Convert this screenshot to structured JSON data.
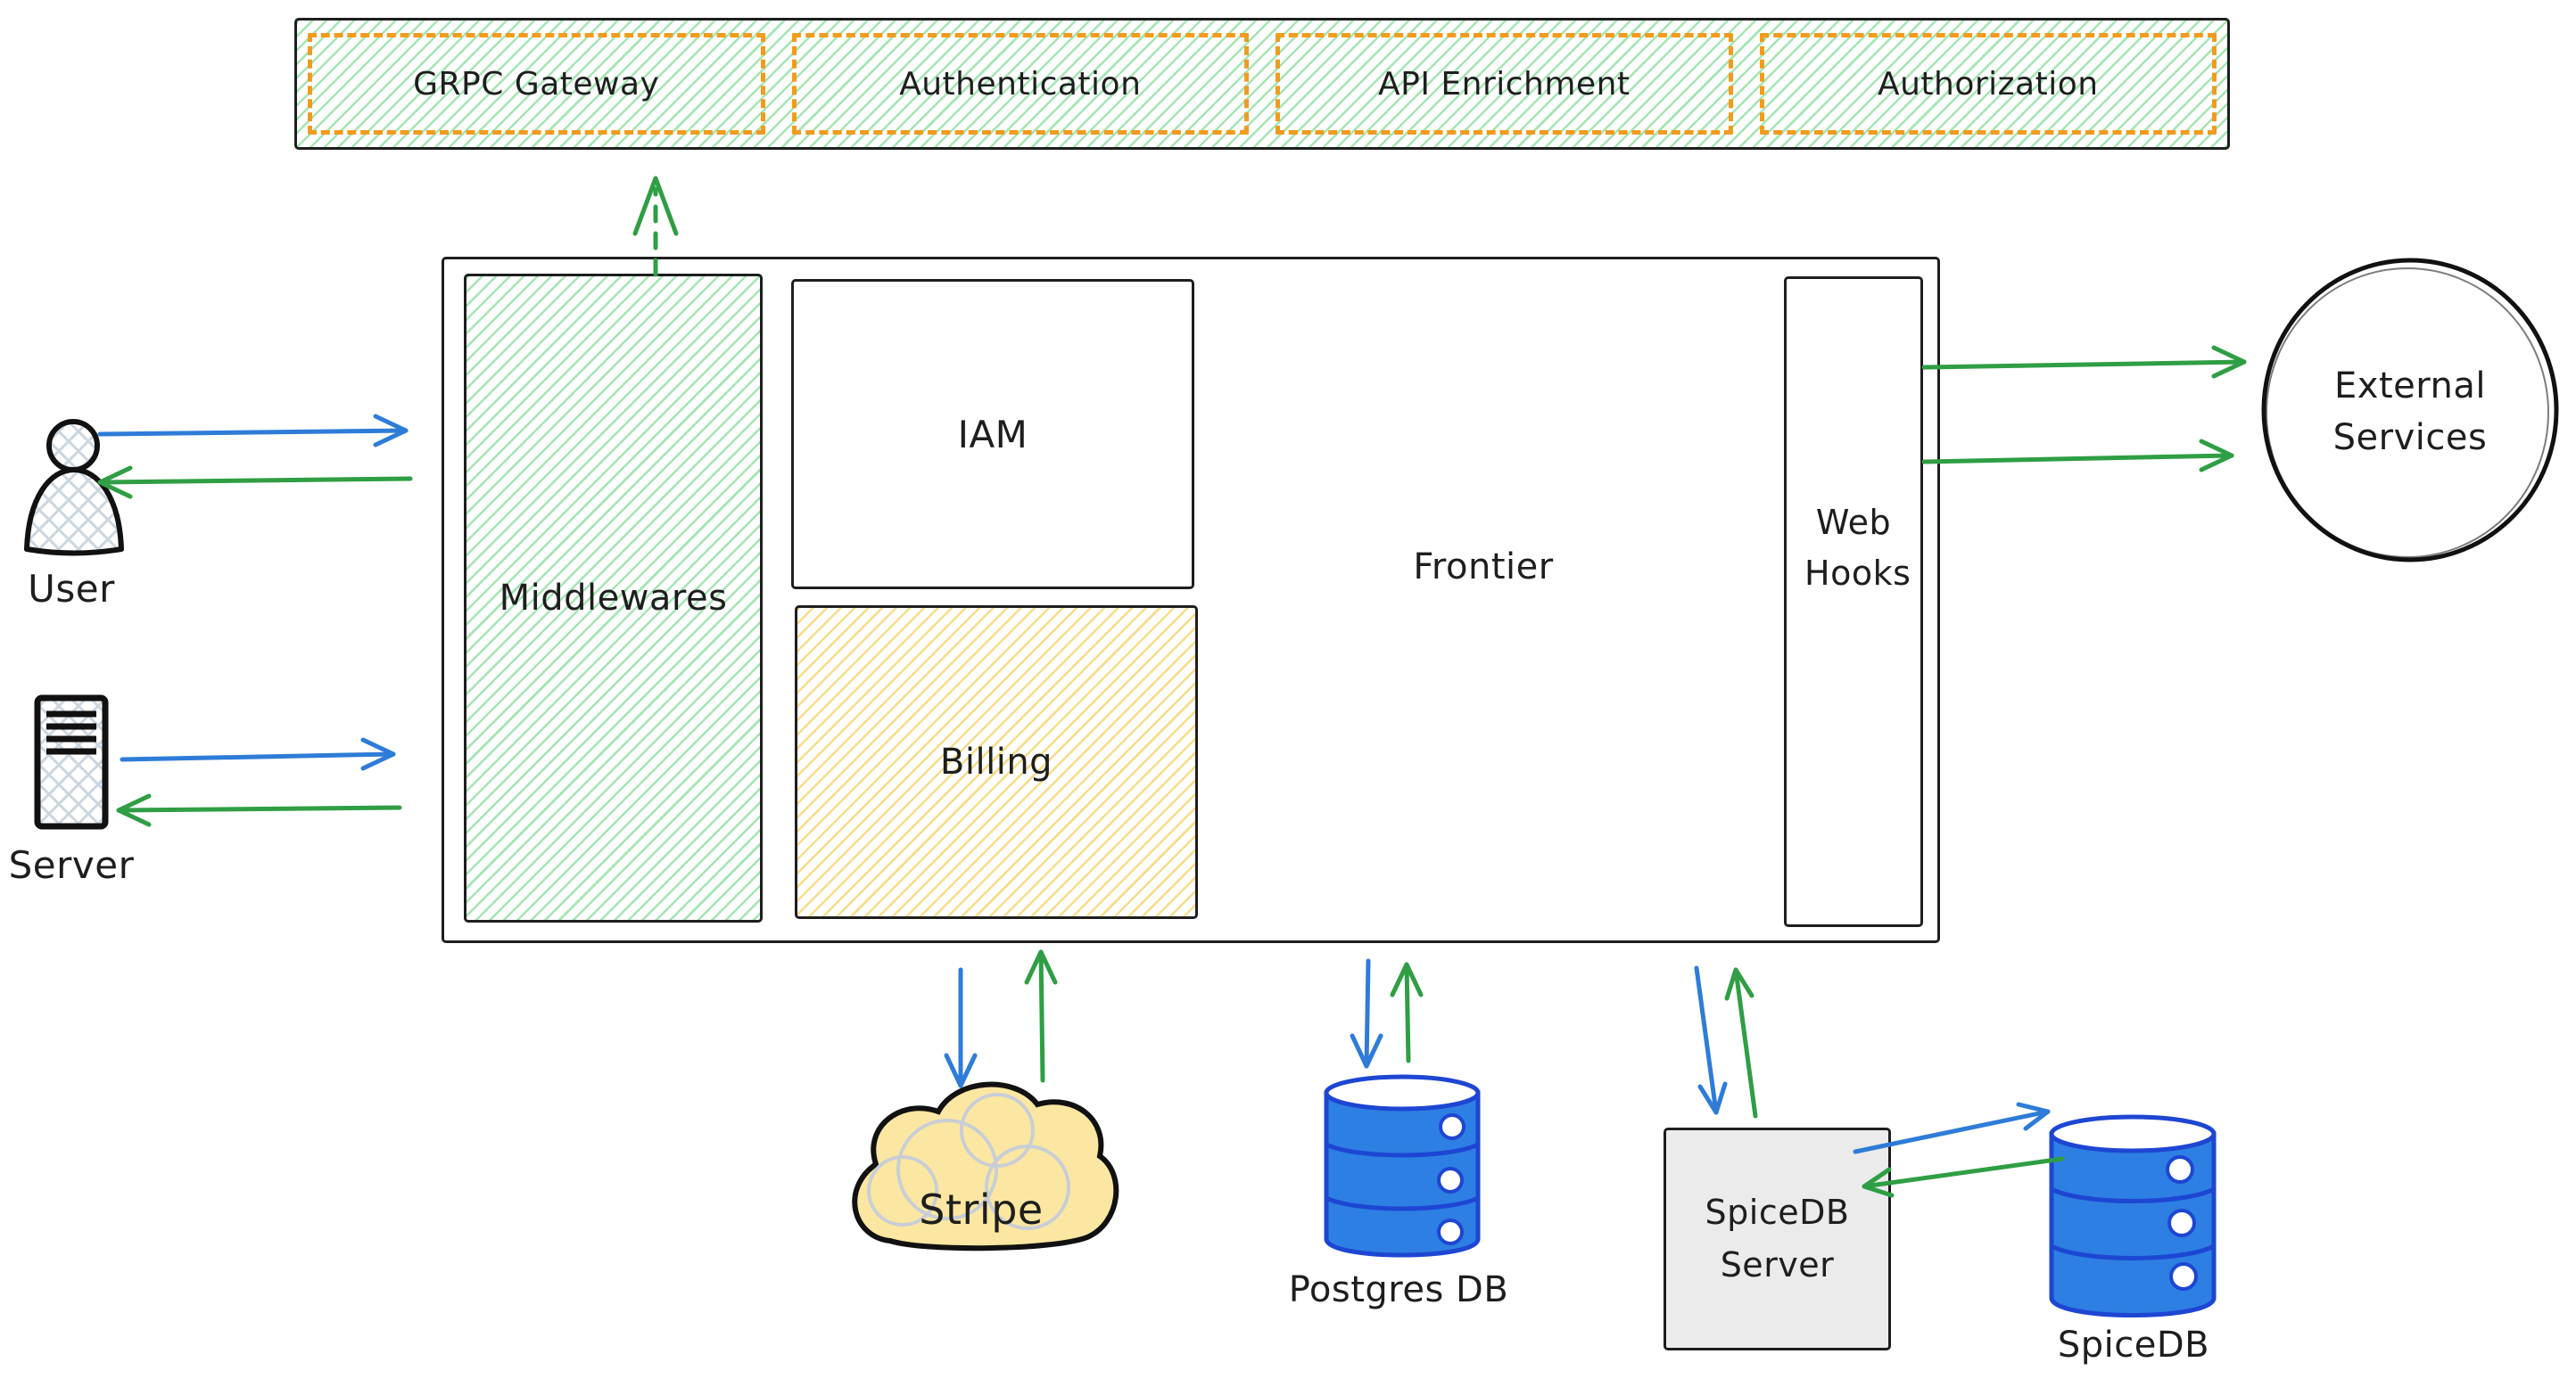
{
  "top_bar": {
    "items": [
      {
        "label": "GRPC Gateway"
      },
      {
        "label": "Authentication"
      },
      {
        "label": "API Enrichment"
      },
      {
        "label": "Authorization"
      }
    ]
  },
  "actors": {
    "user": {
      "label": "User"
    },
    "server": {
      "label": "Server"
    }
  },
  "gateway": {
    "middlewares": {
      "label": "Middlewares"
    },
    "iam": {
      "label": "IAM"
    },
    "billing": {
      "label": "Billing"
    },
    "frontier": {
      "label": "Frontier"
    },
    "webhooks": {
      "label": "Web Hooks"
    }
  },
  "external_services": {
    "label": "External Services"
  },
  "stores": {
    "stripe": {
      "label": "Stripe"
    },
    "postgres": {
      "label": "Postgres DB"
    },
    "spicedb_server": {
      "label": "SpiceDB Server"
    },
    "spicedb": {
      "label": "SpiceDB"
    }
  },
  "colors": {
    "ink": "#1e1e1e",
    "request_arrow_blue": "#2e7cd8",
    "response_arrow_green": "#2f9e44",
    "hatch_green": "#86de9a",
    "hatch_yellow": "#f6d774",
    "dashed_border_orange": "#f29b1d",
    "cylinder_fill_blue": "#2e7fe3",
    "cylinder_stroke_blue": "#1d46d3",
    "cloud_fill_yellow": "#fbe7a1",
    "gray_box_fill": "#ebebeb",
    "crosshatch_gray": "#ccd6df"
  },
  "edges": [
    {
      "from": "User",
      "to": "Middlewares",
      "color": "blue",
      "style": "solid"
    },
    {
      "from": "Middlewares",
      "to": "User",
      "color": "green",
      "style": "solid"
    },
    {
      "from": "Server",
      "to": "Middlewares",
      "color": "blue",
      "style": "solid"
    },
    {
      "from": "Middlewares",
      "to": "Server",
      "color": "green",
      "style": "solid"
    },
    {
      "from": "Middlewares",
      "to": "GRPC Gateway",
      "color": "green",
      "style": "dashed"
    },
    {
      "from": "Web Hooks",
      "to": "External Services",
      "color": "green",
      "style": "solid"
    },
    {
      "from": "Web Hooks",
      "to": "External Services",
      "color": "green",
      "style": "solid"
    },
    {
      "from": "Frontier",
      "to": "Stripe",
      "color": "blue",
      "style": "solid"
    },
    {
      "from": "Stripe",
      "to": "Frontier",
      "color": "green",
      "style": "solid"
    },
    {
      "from": "Frontier",
      "to": "Postgres DB",
      "color": "blue",
      "style": "solid"
    },
    {
      "from": "Postgres DB",
      "to": "Frontier",
      "color": "green",
      "style": "solid"
    },
    {
      "from": "Frontier",
      "to": "SpiceDB Server",
      "color": "blue",
      "style": "solid"
    },
    {
      "from": "SpiceDB Server",
      "to": "Frontier",
      "color": "green",
      "style": "solid"
    },
    {
      "from": "SpiceDB Server",
      "to": "SpiceDB",
      "color": "blue",
      "style": "solid"
    },
    {
      "from": "SpiceDB",
      "to": "SpiceDB Server",
      "color": "green",
      "style": "solid"
    }
  ]
}
